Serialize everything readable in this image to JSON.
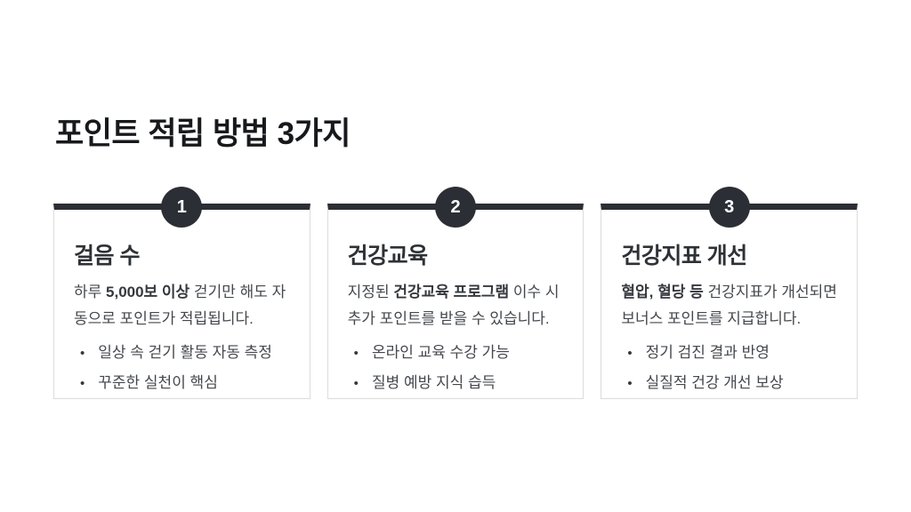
{
  "slide": {
    "title": "포인트 적립 방법 3가지",
    "background": "#ffffff",
    "accent_color": "#2b2f35",
    "border_color": "#dcdcdc",
    "bullet_glyph": "•",
    "cards": [
      {
        "number": "1",
        "heading": "걸음 수",
        "desc_pre": "하루 ",
        "desc_bold": "5,000보 이상",
        "desc_post": " 걷기만 해도 자동으로 포인트가 적립됩니다.",
        "bullets": [
          "일상 속 걷기 활동 자동 측정",
          "꾸준한 실천이 핵심"
        ]
      },
      {
        "number": "2",
        "heading": "건강교육",
        "desc_pre": "지정된 ",
        "desc_bold": "건강교육 프로그램",
        "desc_post": " 이수 시 추가 포인트를 받을 수 있습니다.",
        "bullets": [
          "온라인 교육 수강 가능",
          "질병 예방 지식 습득"
        ]
      },
      {
        "number": "3",
        "heading": "건강지표 개선",
        "desc_pre": "",
        "desc_bold": "혈압, 혈당 등",
        "desc_post": " 건강지표가 개선되면 보너스 포인트를 지급합니다.",
        "bullets": [
          "정기 검진 결과 반영",
          "실질적 건강 개선 보상"
        ]
      }
    ]
  }
}
